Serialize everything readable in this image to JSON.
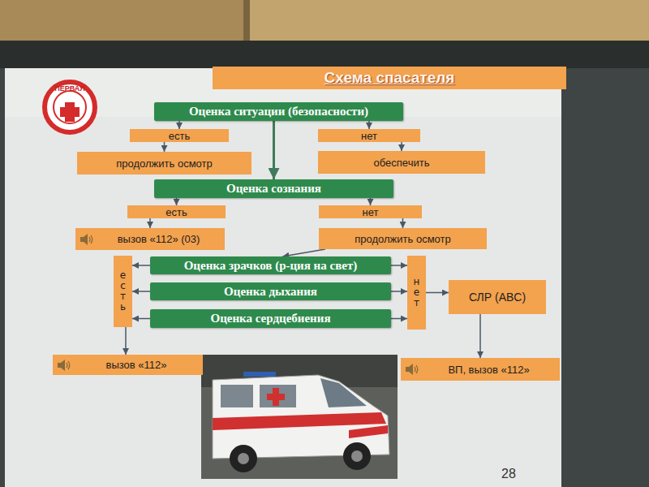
{
  "diagram": {
    "title": "Схема спасателя",
    "nodes": [
      {
        "text": [
          "Оценка ситуации (безопасности)"
        ]
      },
      {
        "text": [
          "есть"
        ]
      },
      {
        "text": [
          "нет"
        ]
      },
      {
        "text": [
          "продолжить осмотр"
        ]
      },
      {
        "text": [
          "обеспечить"
        ]
      },
      {
        "text": [
          "Оценка сознания"
        ]
      },
      {
        "text": [
          "есть"
        ]
      },
      {
        "text": [
          "нет"
        ]
      },
      {
        "text": [
          "вызов «112» (03)"
        ]
      },
      {
        "text": [
          "продолжить осмотр"
        ]
      },
      {
        "text": [
          "есть"
        ]
      },
      {
        "text": [
          "Оценка зрачков (р-ция на свет)"
        ]
      },
      {
        "text": [
          "Оценка дыхания"
        ]
      },
      {
        "text": [
          "Оценка сердцебиения"
        ]
      },
      {
        "text": [
          "нет"
        ]
      },
      {
        "text": [
          "СЛР (ABC)"
        ]
      },
      {
        "text": [
          "вызов «112»"
        ]
      },
      {
        "text": [
          "ВП, вызов «112»"
        ]
      }
    ],
    "edges": [
      {
        "from": 0,
        "to": 1,
        "arrow": "to"
      },
      {
        "from": 0,
        "to": 2,
        "arrow": "to"
      },
      {
        "from": 1,
        "to": 3,
        "arrow": "to"
      },
      {
        "from": 2,
        "to": 4,
        "arrow": "to"
      },
      {
        "from": 0,
        "to": 5,
        "arrow": "to"
      },
      {
        "from": 5,
        "to": 6,
        "arrow": "to"
      },
      {
        "from": 5,
        "to": 7,
        "arrow": "to"
      },
      {
        "from": 6,
        "to": 8,
        "arrow": "to"
      },
      {
        "from": 7,
        "to": 9,
        "arrow": "to"
      },
      {
        "from": 9,
        "to": 11,
        "arrow": "to"
      },
      {
        "from": 11,
        "to": 10,
        "arrow": "to"
      },
      {
        "from": 12,
        "to": 10,
        "arrow": "to"
      },
      {
        "from": 13,
        "to": 10,
        "arrow": "to"
      },
      {
        "from": 11,
        "to": 14,
        "arrow": "to"
      },
      {
        "from": 12,
        "to": 14,
        "arrow": "to"
      },
      {
        "from": 13,
        "to": 14,
        "arrow": "to"
      },
      {
        "from": 10,
        "to": 16,
        "arrow": "to"
      },
      {
        "from": 14,
        "to": 15,
        "arrow": "to"
      },
      {
        "from": 15,
        "to": 17,
        "arrow": "to"
      }
    ],
    "labels": [
      "ПЕРВАЯ",
      "28"
    ]
  }
}
